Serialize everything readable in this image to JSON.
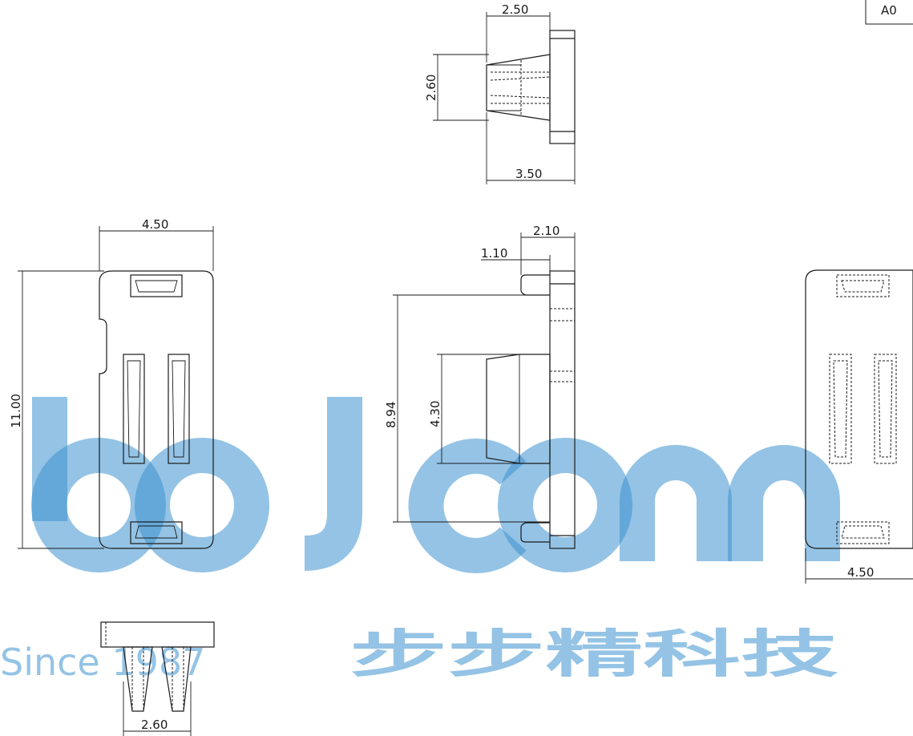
{
  "revision": "A0",
  "dimensions": {
    "top_view_width": "2.50",
    "top_view_height": "2.60",
    "top_view_depth": "3.50",
    "front_width": "4.50",
    "front_height": "11.00",
    "side_outer": "2.10",
    "side_inner": "1.10",
    "side_span": "8.94",
    "side_mid": "4.30",
    "right_width": "4.50",
    "bottom_width": "2.60"
  },
  "watermark": {
    "logo": "bojconn",
    "since": "Since 1987",
    "chinese": "步步精科技"
  }
}
